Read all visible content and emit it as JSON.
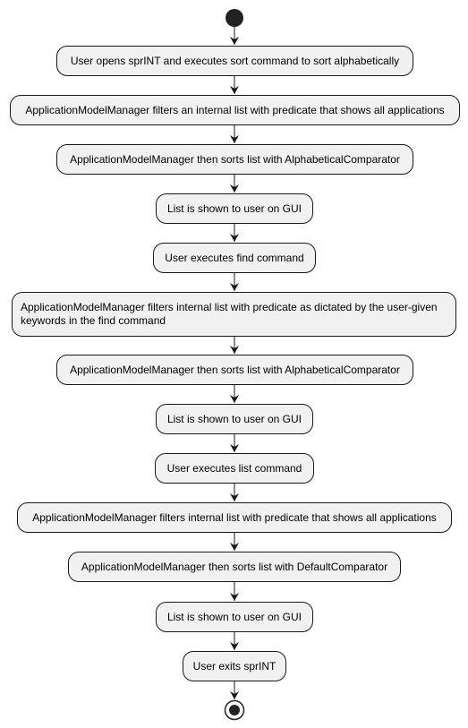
{
  "activities": [
    {
      "text": "User opens sprINT and executes sort command to sort alphabetically"
    },
    {
      "text": "ApplicationModelManager filters an internal list with predicate that shows all applications"
    },
    {
      "text": "ApplicationModelManager then sorts list with AlphabeticalComparator"
    },
    {
      "text": "List is shown to user on GUI"
    },
    {
      "text": "User executes find command"
    },
    {
      "text": "ApplicationModelManager filters internal list with predicate as dictated by the user-given keywords in the find command"
    },
    {
      "text": "ApplicationModelManager then sorts list with AlphabeticalComparator"
    },
    {
      "text": "List is shown to user on GUI"
    },
    {
      "text": "User executes list command"
    },
    {
      "text": "ApplicationModelManager filters internal list with predicate that shows all applications"
    },
    {
      "text": "ApplicationModelManager then sorts list with DefaultComparator"
    },
    {
      "text": "List is shown to user on GUI"
    },
    {
      "text": "User exits sprINT"
    }
  ],
  "colors": {
    "node_fill": "#f1f1f1",
    "stroke": "#181818",
    "node_start_fill": "#222222"
  }
}
